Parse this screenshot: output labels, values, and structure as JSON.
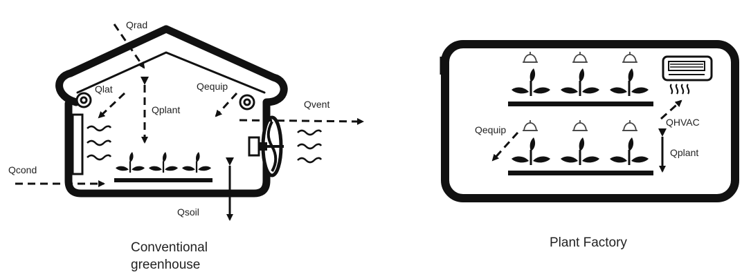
{
  "greenhouse": {
    "caption_line1": "Conventional",
    "caption_line2": "greenhouse",
    "labels": {
      "rad": "Qrad",
      "lat": "Qlat",
      "plant": "Qplant",
      "equip": "Qequip",
      "vent": "Qvent",
      "cond": "Qcond",
      "soil": "Qsoil"
    }
  },
  "plant_factory": {
    "caption": "Plant Factory",
    "labels": {
      "equip": "Qequip",
      "hvac": "QHVAC",
      "plant": "Qplant"
    }
  }
}
